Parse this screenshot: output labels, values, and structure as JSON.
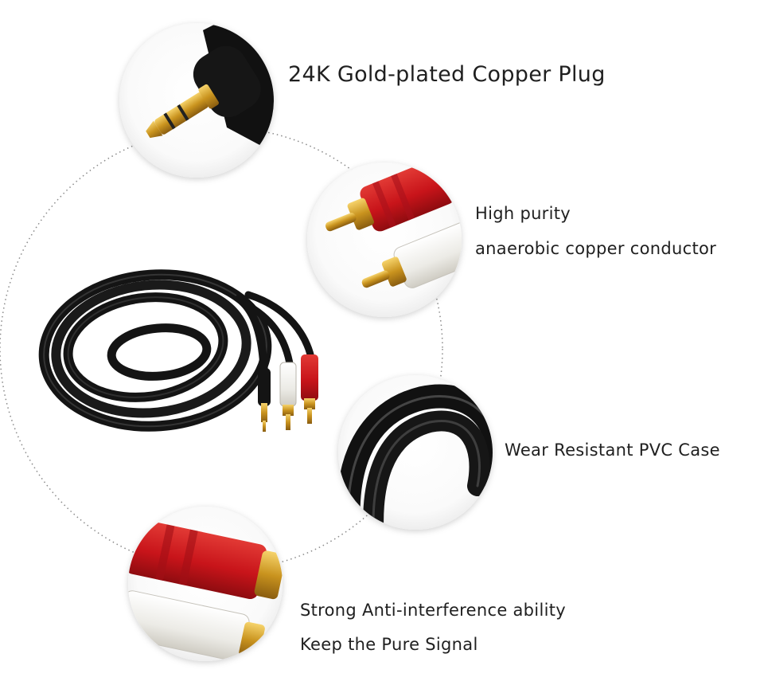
{
  "features": {
    "plug": "24K Gold-plated Copper Plug",
    "purity_line1": "High purity",
    "purity_line2": "anaerobic copper conductor",
    "case": "Wear Resistant PVC Case",
    "anti_line1": "Strong Anti-interference ability",
    "anti_line2": "Keep the Pure Signal"
  },
  "colors": {
    "cable": "#141414",
    "gold": "#d4a22b",
    "red_plug": "#c8141a",
    "white_plug": "#f1efe9",
    "text": "#1f1f1f"
  }
}
